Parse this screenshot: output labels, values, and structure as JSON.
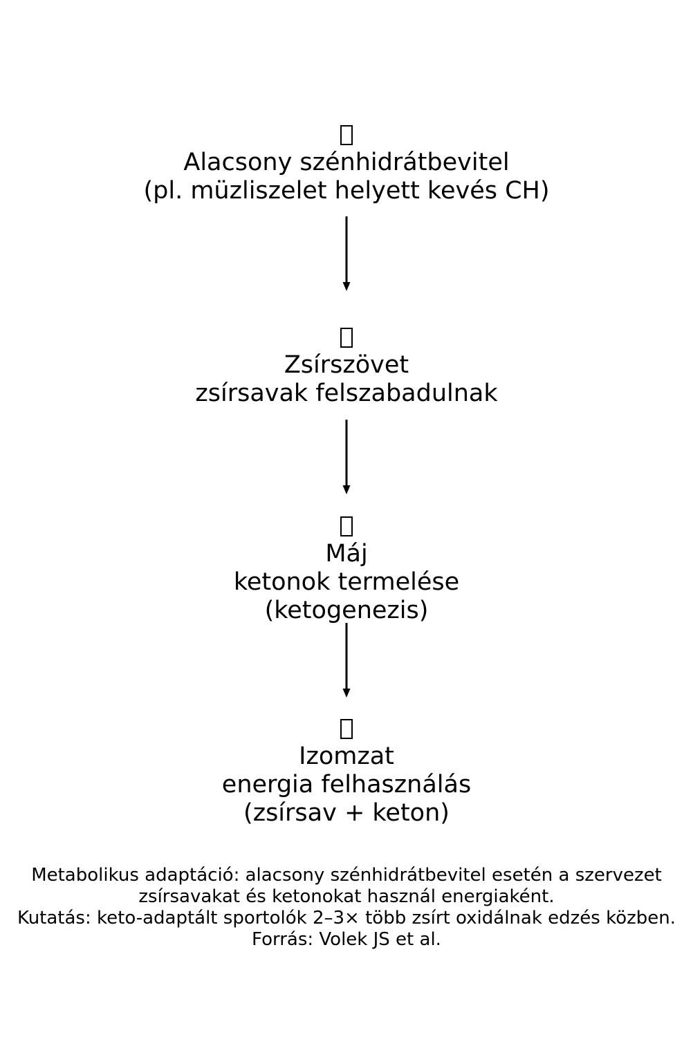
{
  "diagram": {
    "nodes": [
      {
        "icon": "missing-glyph-icon",
        "lines": [
          "Alacsony szénhidrátbevitel",
          "(pl. müzliszelet helyett kevés CH)"
        ]
      },
      {
        "icon": "missing-glyph-icon",
        "lines": [
          "Zsírszövet",
          "zsírsavak felszabadulnak"
        ]
      },
      {
        "icon": "missing-glyph-icon",
        "lines": [
          "Máj",
          "ketonok termelése",
          "(ketogenezis)"
        ]
      },
      {
        "icon": "missing-glyph-icon",
        "lines": [
          "Izomzat",
          "energia felhasználás",
          "(zsírsav + keton)"
        ]
      }
    ],
    "edges": [
      {
        "from": 0,
        "to": 1
      },
      {
        "from": 1,
        "to": 2
      },
      {
        "from": 2,
        "to": 3
      }
    ],
    "caption": [
      "Metabolikus adaptáció: alacsony szénhidrátbevitel esetén a szervezet",
      "zsírsavakat és ketonokat használ energiaként.",
      "Kutatás: keto-adaptált sportolók 2–3× több zsírt oxidálnak edzés közben.",
      "Forrás: Volek JS et al."
    ]
  },
  "colors": {
    "background": "#ffffff",
    "text": "#000000",
    "arrow": "#000000"
  }
}
